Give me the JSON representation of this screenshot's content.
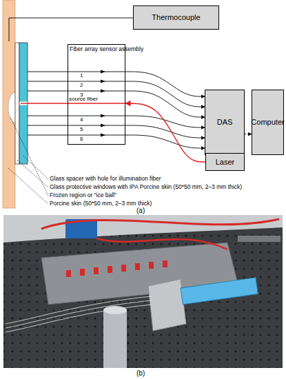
{
  "diagram": {
    "nodes": [
      {
        "text": [
          "Thermocouple"
        ]
      },
      {
        "text": [
          "Fiber array sensor assembly"
        ]
      },
      {
        "text": [
          "DAS"
        ]
      },
      {
        "text": [
          "Computer"
        ]
      },
      {
        "text": [
          "Laser"
        ]
      }
    ],
    "edges": [
      {
        "from": 1,
        "to": 2,
        "arrow": "to"
      },
      {
        "from": 1,
        "to": 2,
        "arrow": "to"
      },
      {
        "from": 1,
        "to": 2,
        "arrow": "to"
      },
      {
        "from": 1,
        "to": 2,
        "arrow": "to"
      },
      {
        "from": 1,
        "to": 2,
        "arrow": "to"
      },
      {
        "from": 1,
        "to": 2,
        "arrow": "to"
      },
      {
        "from": 2,
        "to": 3,
        "arrow": "to"
      },
      {
        "from": 4,
        "to": 1,
        "arrow": "to"
      }
    ],
    "labels": [
      "1",
      "2",
      "3",
      "source fiber",
      "4",
      "5",
      "6",
      "Glass spacer with hole for illumination fiber",
      "Glass protective windows with IPA Porcine skin (50*50 mm, 2–3 mm thick)",
      "Frozen region or “ice ball”",
      "Porcine skin (50*50 mm, 2–3 mm thick)",
      "(a)",
      "(b)"
    ]
  }
}
